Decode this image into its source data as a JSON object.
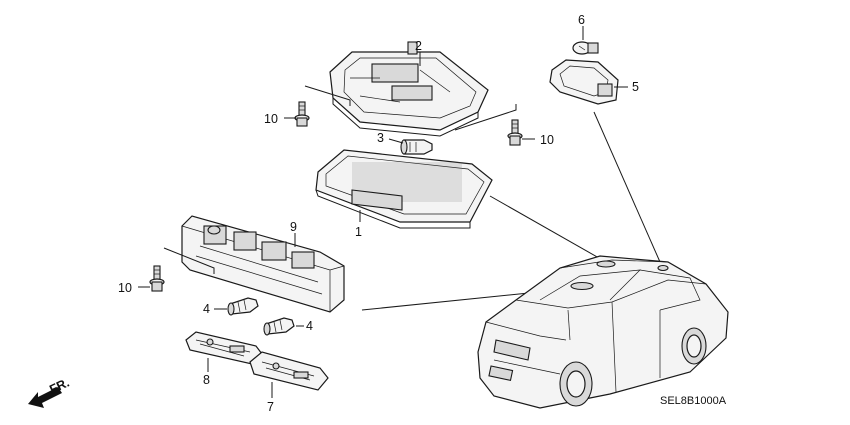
{
  "diagram": {
    "callouts": [
      "2",
      "10",
      "3",
      "10",
      "1",
      "6",
      "5",
      "9",
      "10",
      "4",
      "4",
      "8",
      "7"
    ],
    "direction_label": "FR.",
    "diagram_code": "SEL8B1000A",
    "icons": [
      "front-direction-arrow-icon"
    ]
  }
}
